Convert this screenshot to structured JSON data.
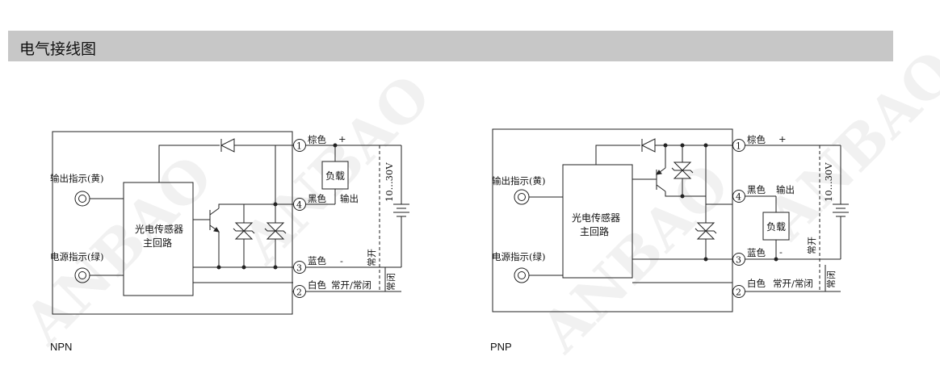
{
  "section": {
    "title": "电气接线图"
  },
  "watermark": {
    "text": "ANBAO"
  },
  "npn": {
    "caption": "NPN",
    "output_indicator": "输出指示(黄)",
    "power_indicator": "电源指示(绿)",
    "main_circuit_line1": "光电传感器",
    "main_circuit_line2": "主回路",
    "terminal_1": "1",
    "terminal_2": "2",
    "terminal_3": "3",
    "terminal_4": "4",
    "wire_1": "棕色",
    "wire_4": "黑色",
    "wire_3": "蓝色",
    "wire_2": "白色",
    "plus": "+",
    "minus": "-",
    "load": "负载",
    "output": "输出",
    "voltage": "10...30V",
    "no": "常开",
    "nc": "常闭",
    "no_nc": "常开/常闭"
  },
  "pnp": {
    "caption": "PNP",
    "output_indicator": "输出指示(黄)",
    "power_indicator": "电源指示(绿)",
    "main_circuit_line1": "光电传感器",
    "main_circuit_line2": "主回路",
    "terminal_1": "1",
    "terminal_2": "2",
    "terminal_3": "3",
    "terminal_4": "4",
    "wire_1": "棕色",
    "wire_4": "黑色",
    "wire_3": "蓝色",
    "wire_2": "白色",
    "plus": "+",
    "minus": "-",
    "load": "负载",
    "output": "输出",
    "voltage": "10...30V",
    "no": "常开",
    "nc": "常闭",
    "no_nc": "常开/常闭"
  }
}
